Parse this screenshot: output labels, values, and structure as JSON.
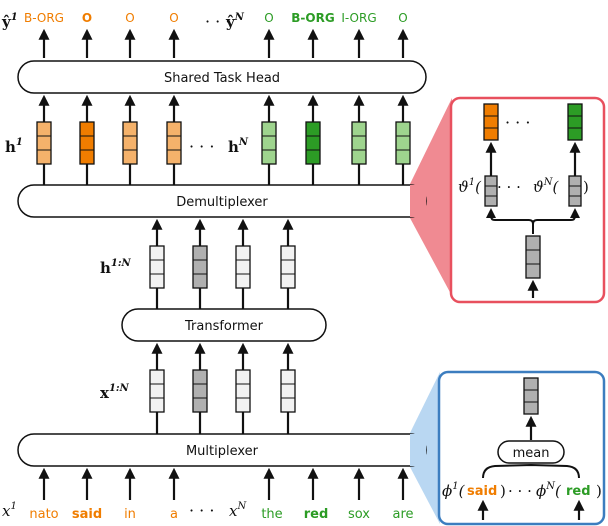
{
  "colors": {
    "orange_light": "#f5b26b",
    "orange_dark": "#f07d00",
    "green_light": "#9ed48e",
    "green_dark": "#2c9c25",
    "gray_light": "#f2f2f2",
    "gray_dark": "#b0b0b0",
    "pink_panel": "#e8505e",
    "pink_fill": "#f08a92",
    "blue_panel": "#3c7dbf",
    "blue_fill": "#b9d7f2",
    "text_orange": "#f07d00",
    "text_green": "#2c9c25"
  },
  "outputs": {
    "y1_sym": "ŷ",
    "y1_sup": "1",
    "yN_sym": "ŷ",
    "yN_sup": "N",
    "dots": "· · ·",
    "tags_left": [
      "B-ORG",
      "O",
      "O",
      "O"
    ],
    "tags_right": [
      "O",
      "B-ORG",
      "I-ORG",
      "O"
    ]
  },
  "hidden": {
    "h1_sym": "h",
    "h1_sup": "1",
    "hN_sym": "h",
    "hN_sup": "N",
    "dots": "· · ·",
    "h1N_sym": "h",
    "h1N_sup": "1:N"
  },
  "inputs": {
    "x1N_sym": "x",
    "x1N_sup": "1:N",
    "x1_sym": "x",
    "x1_sup": "1",
    "xN_sym": "x",
    "xN_sup": "N",
    "dots": "· · ·",
    "words_left": [
      "nato",
      "said",
      "in",
      "a"
    ],
    "words_right": [
      "the",
      "red",
      "sox",
      "are"
    ]
  },
  "blocks": {
    "head": "Shared Task Head",
    "demux": "Demultiplexer",
    "transformer": "Transformer",
    "mux": "Multiplexer"
  },
  "demux_panel": {
    "dots_top": "· · ·",
    "theta1_sym": "ϑ",
    "theta1_sup": "1",
    "thetaN_sym": "ϑ",
    "thetaN_sup": "N",
    "open_paren": "(",
    "close_paren": ")",
    "mid_dots": "· · ·"
  },
  "mux_panel": {
    "mean": "mean",
    "phi1_sym": "ϕ",
    "phi1_sup": "1",
    "phiN_sym": "ϕ",
    "phiN_sup": "N",
    "open_paren": "(",
    "close_paren": ")",
    "word1": "said",
    "wordN": "red",
    "mid_dots": "· · ·"
  }
}
